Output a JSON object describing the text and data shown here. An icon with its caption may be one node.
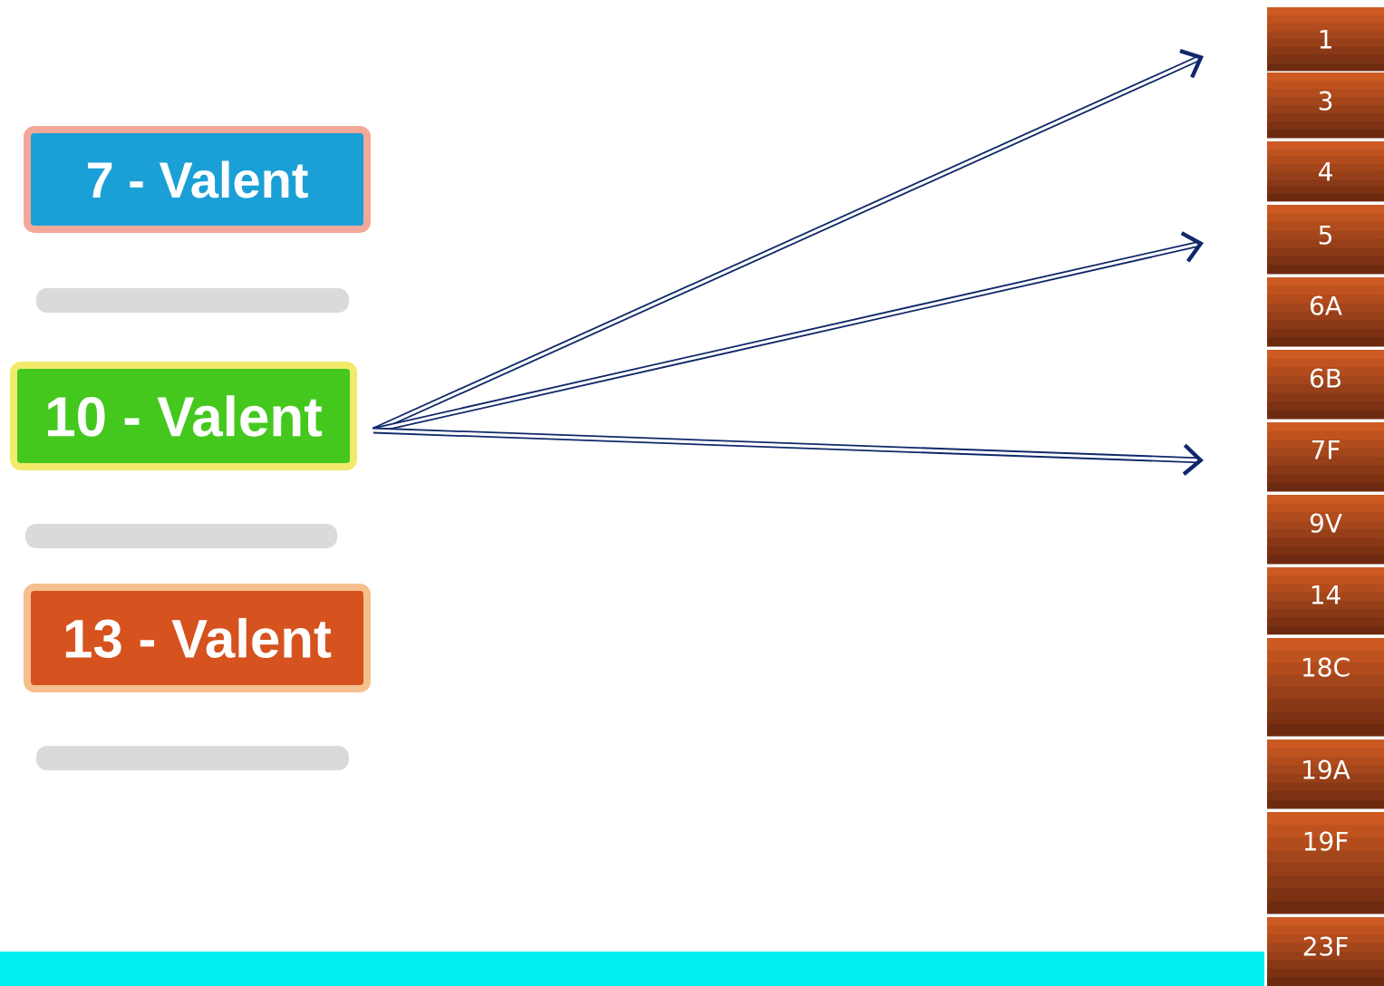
{
  "diagram": {
    "nodes": [
      {
        "text": [
          "7 - Valent"
        ]
      },
      {
        "text": [
          "10 - Valent"
        ]
      },
      {
        "text": [
          "13 - Valent"
        ]
      },
      {
        "text": [
          "1"
        ]
      },
      {
        "text": [
          "3"
        ]
      },
      {
        "text": [
          "4"
        ]
      },
      {
        "text": [
          "5"
        ]
      },
      {
        "text": [
          "6A"
        ]
      },
      {
        "text": [
          "6B"
        ]
      },
      {
        "text": [
          "7F"
        ]
      },
      {
        "text": [
          "9V"
        ]
      },
      {
        "text": [
          "14"
        ]
      },
      {
        "text": [
          "18C"
        ]
      },
      {
        "text": [
          "19A"
        ]
      },
      {
        "text": [
          "19F"
        ]
      },
      {
        "text": [
          "23F"
        ]
      },
      {
        "text": [],
        "shape": "bar"
      }
    ],
    "edges": [
      {
        "from": 1,
        "to": null,
        "arrow": "to"
      },
      {
        "from": 1,
        "to": null,
        "arrow": "to"
      },
      {
        "from": 1,
        "to": null,
        "arrow": "to"
      }
    ]
  }
}
